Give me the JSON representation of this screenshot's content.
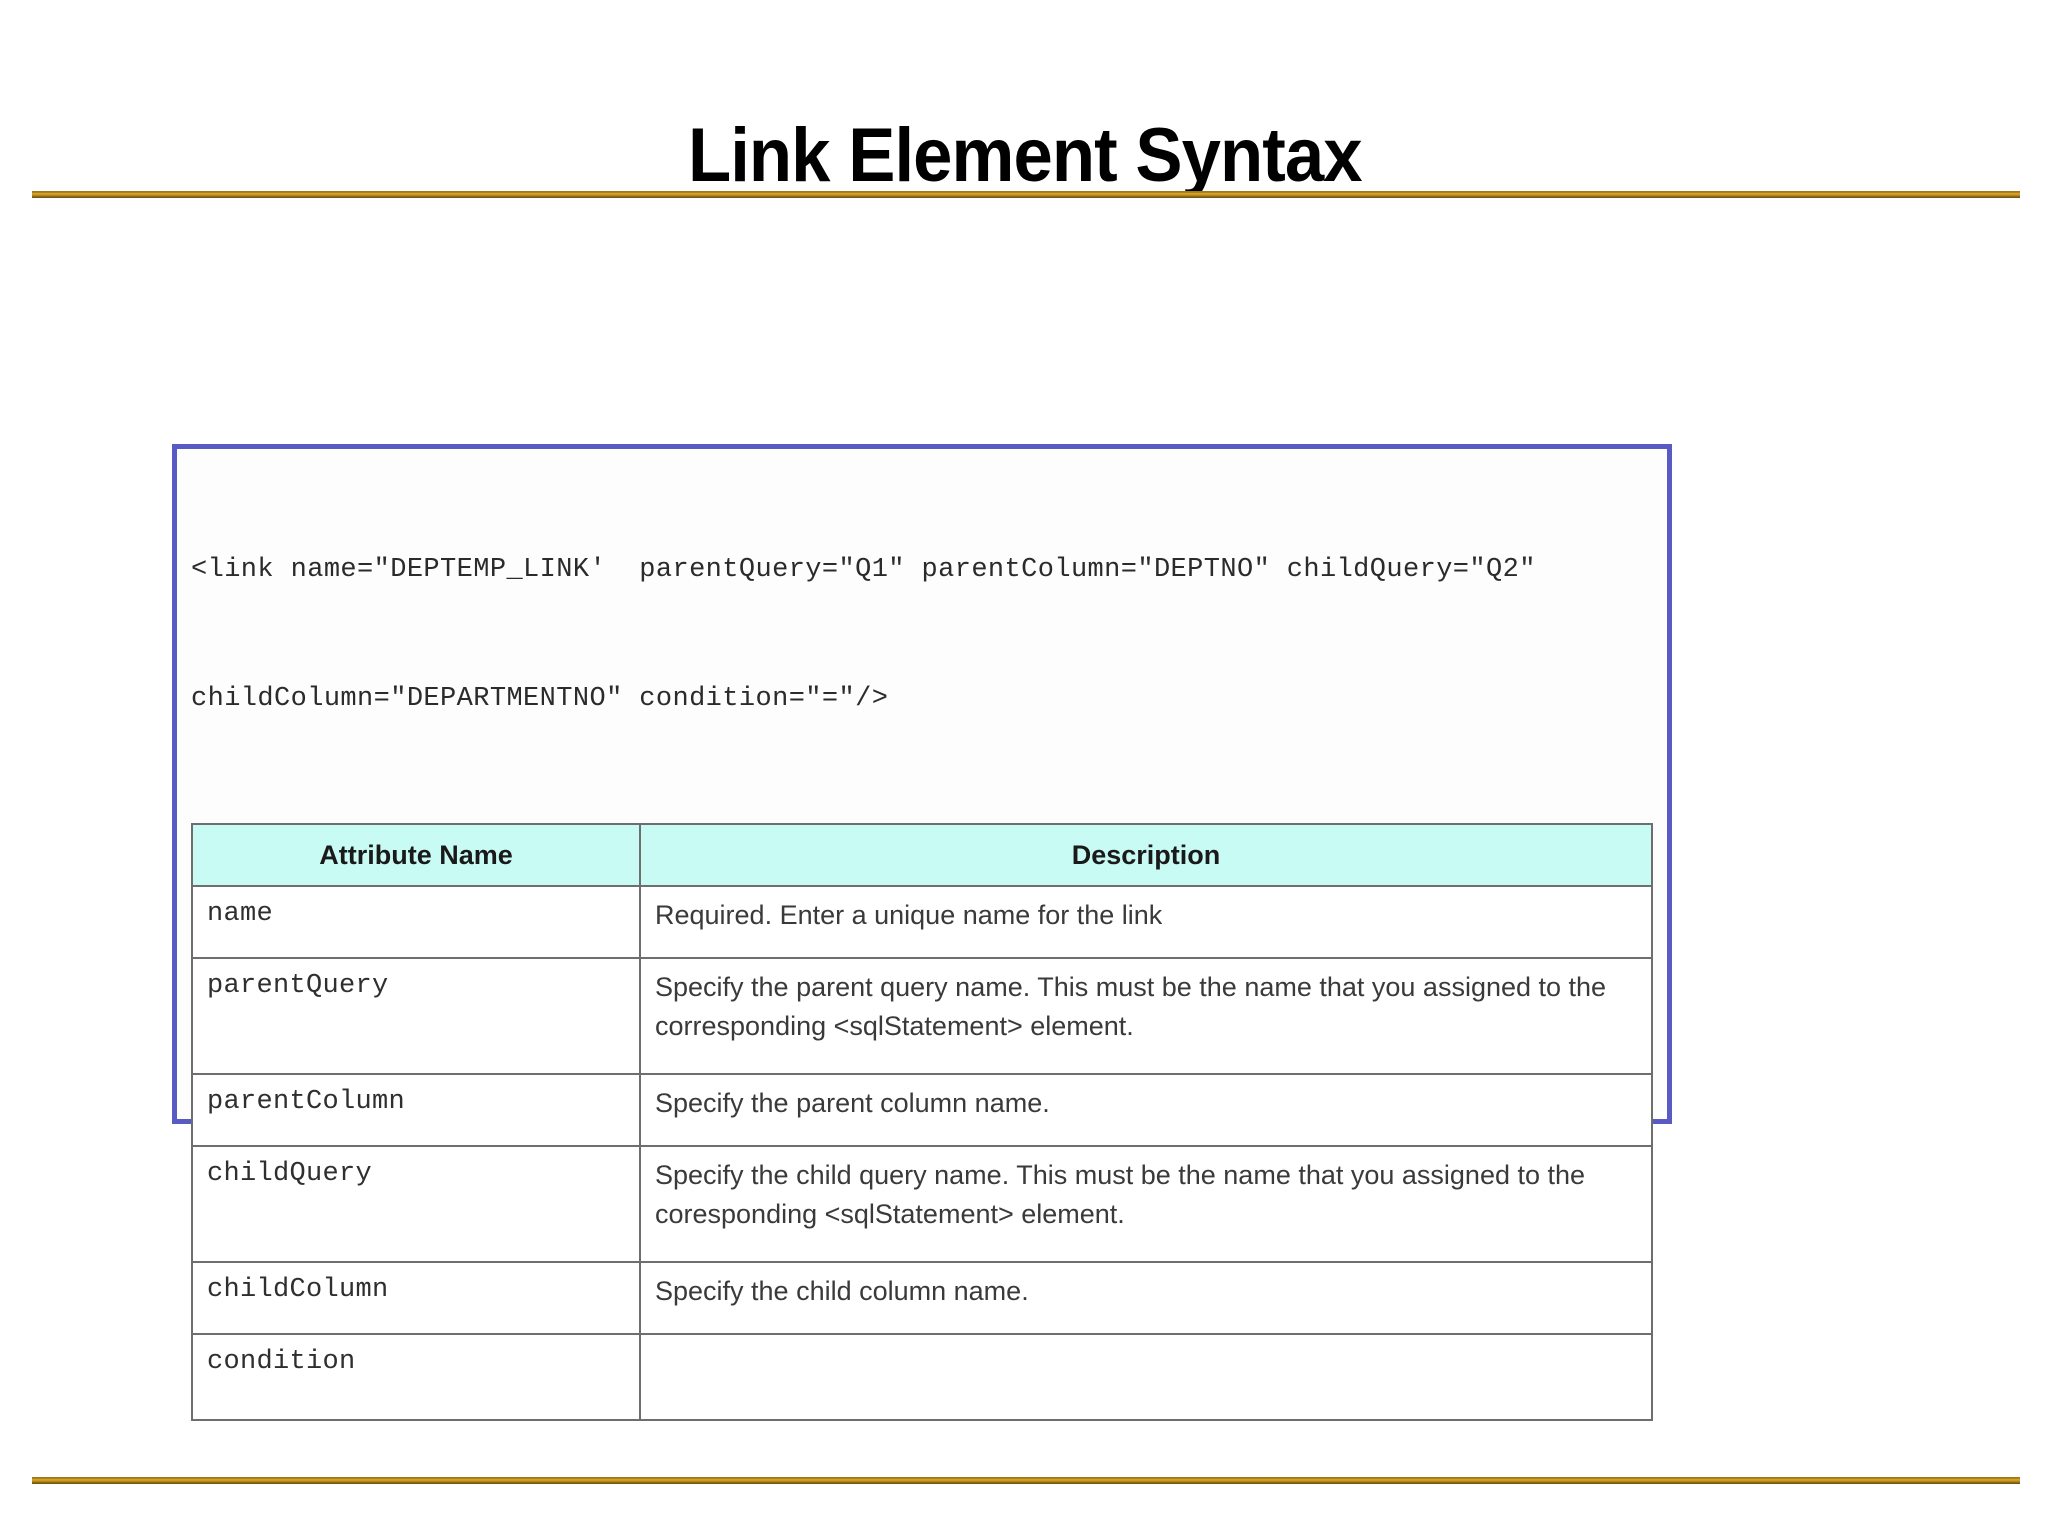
{
  "slide": {
    "title": "Link Element Syntax",
    "accent_rule_color": "#a07818",
    "frame_border_color": "#5a5ac4",
    "header_fill_color": "#c9fbf5"
  },
  "code_sample": {
    "line1": "<link name=\"DEPTEMP_LINK'  parentQuery=\"Q1\" parentColumn=\"DEPTNO\" childQuery=\"Q2\"",
    "line2": "childColumn=\"DEPARTMENTNO\" condition=\"=\"/>"
  },
  "table": {
    "headers": {
      "attribute": "Attribute Name",
      "description": "Description"
    },
    "rows": [
      {
        "attribute": "name",
        "description": "Required. Enter a unique name for the link"
      },
      {
        "attribute": "parentQuery",
        "description": "Specify the parent query name. This must be the name that you assigned to the corresponding <sqlStatement> element."
      },
      {
        "attribute": "parentColumn",
        "description": "Specify the parent column name."
      },
      {
        "attribute": "childQuery",
        "description": "Specify the child query name. This must be the name that you assigned to the coresponding <sqlStatement> element."
      },
      {
        "attribute": "childColumn",
        "description": "Specify the child column name."
      },
      {
        "attribute": "condition",
        "description": ""
      }
    ]
  }
}
